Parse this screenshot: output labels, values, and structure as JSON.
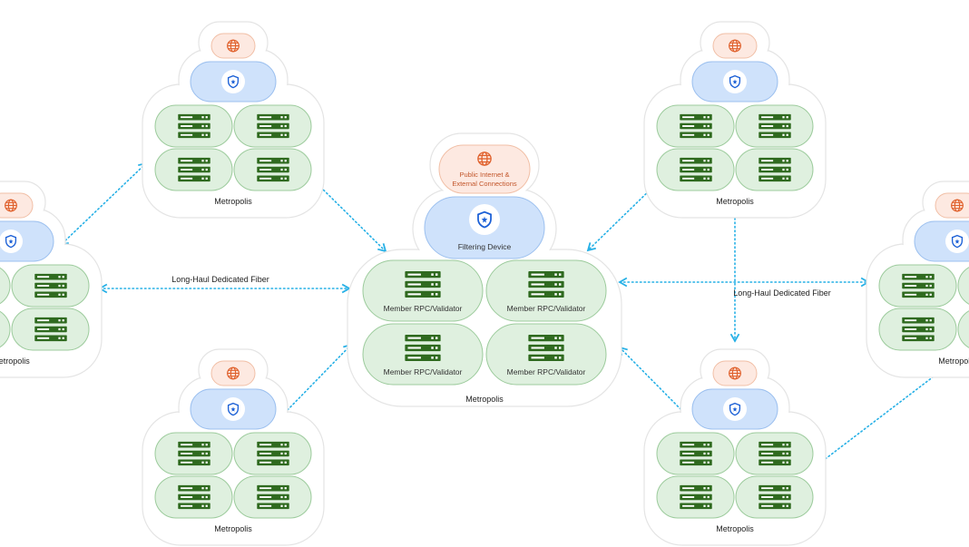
{
  "colors": {
    "server_fill": "#dff0df",
    "server_stroke": "#9ccb9c",
    "server_icon": "#2f6a1f",
    "filter_fill": "#cfe2fb",
    "filter_stroke": "#9cc0ef",
    "shield": "#1a5fd6",
    "net_fill": "#fde9e1",
    "net_stroke": "#f1bfa6",
    "globe": "#e0622e",
    "outline": "#e4e4e4",
    "link": "#26b0e6"
  },
  "icons": {
    "globe": "globe-icon",
    "shield": "shield-icon",
    "server": "server-rack-icon"
  },
  "center": {
    "internet_line1": "Public Internet &",
    "internet_line2": "External Connections",
    "filter_label": "Filtering Device",
    "servers": [
      "Member RPC/Validator",
      "Member RPC/Validator",
      "Member RPC/Validator",
      "Member RPC/Validator"
    ],
    "city": "Metropolis"
  },
  "clusters": [
    {
      "id": "top-left",
      "city": "Metropolis"
    },
    {
      "id": "top-right",
      "city": "Metropolis"
    },
    {
      "id": "bottom-left",
      "city": "Metropolis"
    },
    {
      "id": "bottom-right",
      "city": "Metropolis"
    },
    {
      "id": "far-left",
      "city": "Metropolis"
    },
    {
      "id": "far-right",
      "city": "Metropolis"
    }
  ],
  "links": {
    "left_label": "Long-Haul Dedicated Fiber",
    "right_label": "Long-Haul Dedicated Fiber"
  }
}
